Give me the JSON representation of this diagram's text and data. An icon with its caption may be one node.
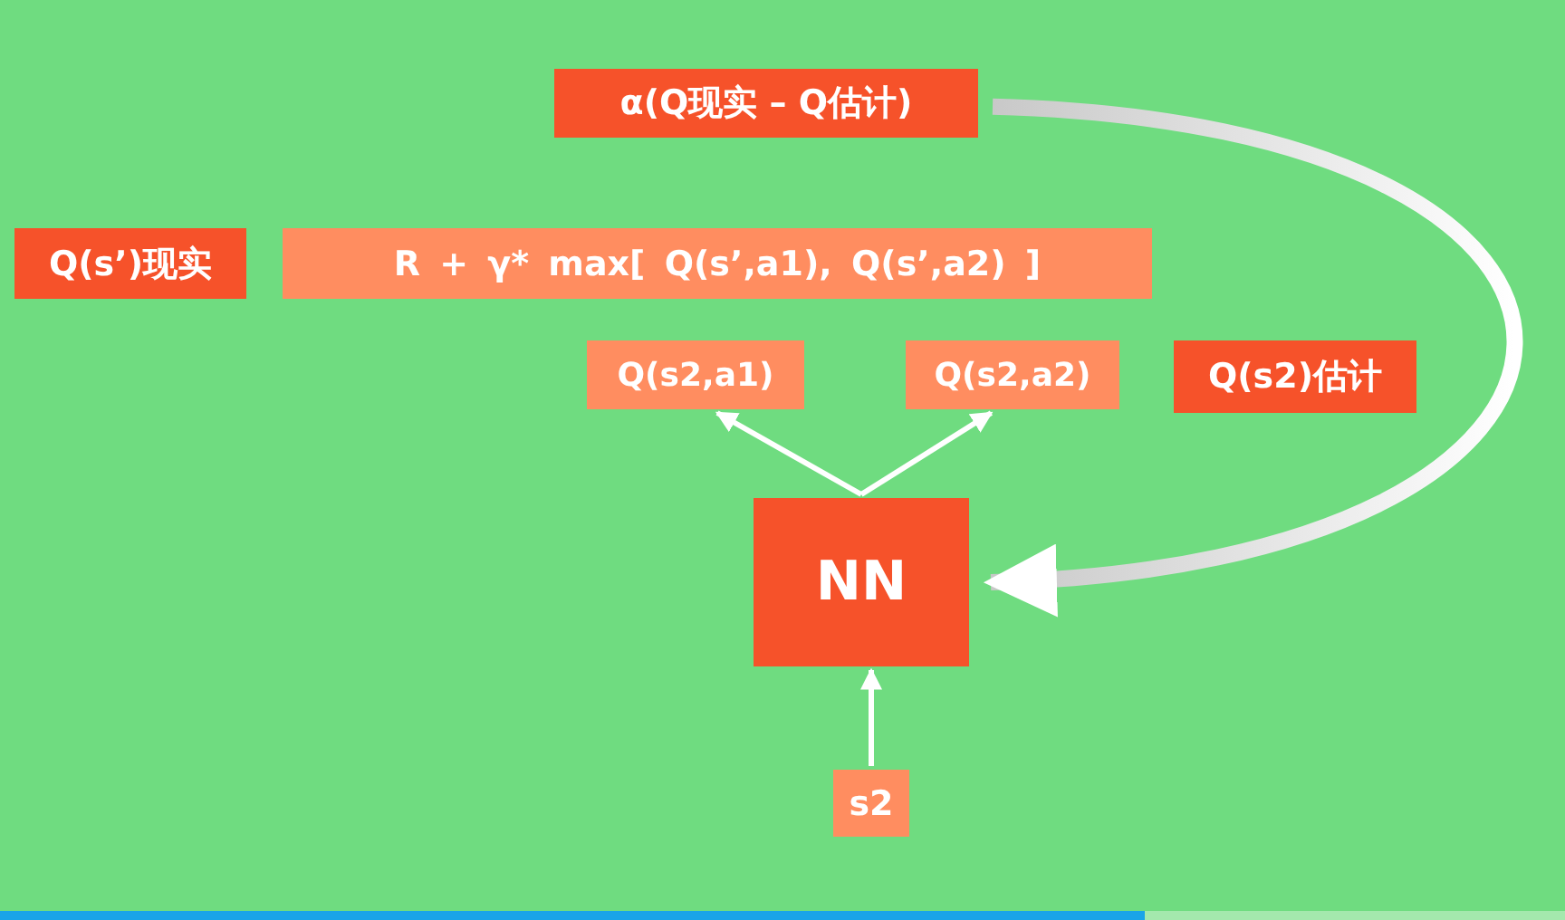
{
  "diagram": {
    "nodes": [
      {
        "text": [
          "α(Q现实 – Q估计)"
        ]
      },
      {
        "text": [
          "Q(s’)现实"
        ]
      },
      {
        "text": [
          "R + γ* max[ Q(s’,a1), Q(s’,a2) ]"
        ]
      },
      {
        "text": [
          "Q(s2,a1)"
        ]
      },
      {
        "text": [
          "Q(s2,a2)"
        ]
      },
      {
        "text": [
          "Q(s2)估计"
        ]
      },
      {
        "text": [
          "NN"
        ]
      },
      {
        "text": [
          "s2"
        ]
      }
    ],
    "edges": [
      {
        "from": 6,
        "to": 3,
        "arrow": "to"
      },
      {
        "from": 6,
        "to": 4,
        "arrow": "to"
      },
      {
        "from": 7,
        "to": 6,
        "arrow": "to"
      },
      {
        "from": 0,
        "to": 6,
        "arrow": "to",
        "style": "thick"
      }
    ]
  }
}
